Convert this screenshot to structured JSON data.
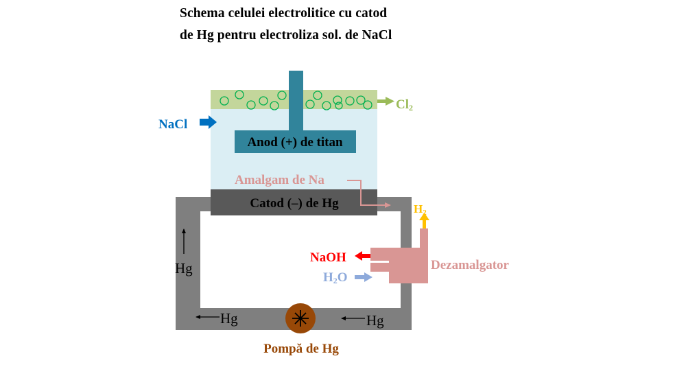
{
  "title": {
    "line1": "Schema celulei electrolitice cu catod",
    "line2": "de Hg pentru electroliza sol. de NaCl"
  },
  "labels": {
    "nacl": "NaCl",
    "cl2_main": "Cl",
    "cl2_sub": "2",
    "anode": "Anod (+) de titan",
    "amalgam": "Amalgam de Na",
    "cathode": "Catod (–) de Hg",
    "h2_main": "H",
    "h2_sub": "2",
    "naoh": "NaOH",
    "h2o_h": "H",
    "h2o_sub": "2",
    "h2o_o": "O",
    "dezamalgator": "Dezamalgator",
    "pump": "Pompă de Hg",
    "hg_left": "Hg",
    "hg_bottom_left": "Hg",
    "hg_bottom_right": "Hg"
  },
  "colors": {
    "mercury_loop": "#7f7f7f",
    "cathode": "#595959",
    "electrolyte": "#dbeef4",
    "chlorine_foam": "#c3d69b",
    "bubble": "#00b050",
    "anode": "#31849b",
    "nacl_arrow": "#0070c0",
    "cl2": "#9bbb59",
    "amalgam": "#d99694",
    "h2": "#ffc000",
    "naoh": "#ff0000",
    "h2o": "#8eaadb",
    "pump": "#984807",
    "black": "#000000"
  }
}
